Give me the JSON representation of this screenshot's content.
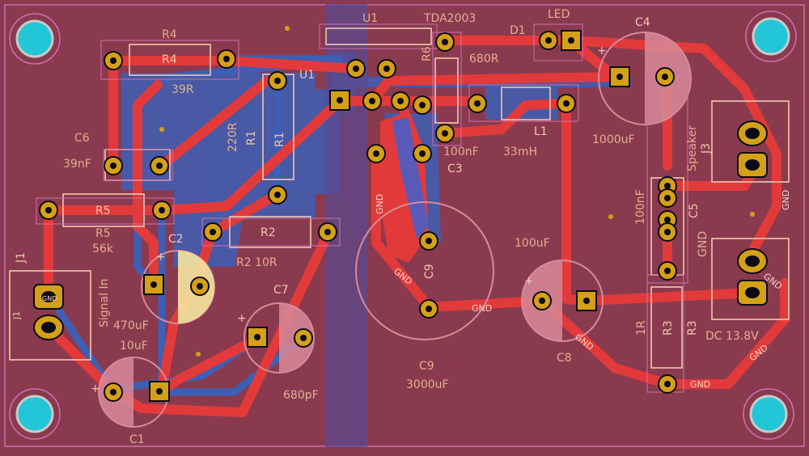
{
  "title_text": "2024-01 Amp 10W V2.1",
  "colors": {
    "board": "#8a3a4e",
    "board_edge": "#d06fb0",
    "copper_front": "#e23a3a",
    "copper_back": "#3d5fb5",
    "silk": "#e0b090",
    "silk_light": "#f0c8b0",
    "pad_gold": "#d4a017",
    "mount_hole": "#22c6d6",
    "thermal": "#4a3b9a"
  },
  "icons": [
    "mounting-hole-icon",
    "polarity-plus-icon"
  ],
  "labels": {
    "u1_top": "U1",
    "u1_mid": "U1",
    "tda": "TDA2003",
    "led": "LED",
    "d1": "D1",
    "r4": "R4",
    "r4_inner": "R4",
    "r4_val": "39R",
    "r6": "R6",
    "r6_val": "680R",
    "r1": "R1",
    "r1_inner": "R1",
    "r1_val": "220R",
    "c6": "C6",
    "c6_val": "39nF",
    "r5": "R5",
    "r5_inner": "R5",
    "r5_val": "56k",
    "c2": "C2",
    "r2": "R2",
    "r2_val": "R2 10R",
    "j1": "J1",
    "j1_inner": "J1",
    "signal_in": "Signal In",
    "c2_val": "470uF",
    "c1_val": "10uF",
    "c1": "C1",
    "c7": "C7",
    "c7_val": "680pF",
    "c9": "C9",
    "c9_inner": "C9",
    "c9_val": "3000uF",
    "c3": "C3",
    "c3_val": "100nF",
    "l1": "L1",
    "l1_val": "33mH",
    "c4": "C4",
    "c4_val": "1000uF",
    "speaker": "Speaker",
    "j3": "J3",
    "c5": "C5",
    "c5_val": "100nF",
    "c8": "C8",
    "c8_val": "100uF",
    "r3": "R3",
    "r3_inner": "R3",
    "r3_val": "1R",
    "gnd_silk": "GND",
    "dc": "DC 13.8V",
    "gnd_a": "GND",
    "gnd_b": "GND",
    "gnd_c": "GND",
    "gnd_d": "GND",
    "gnd_e": "GND",
    "gnd_f": "GND",
    "gnd_g": "GND",
    "gnd_h": "GND",
    "gnd_i": "GND"
  }
}
